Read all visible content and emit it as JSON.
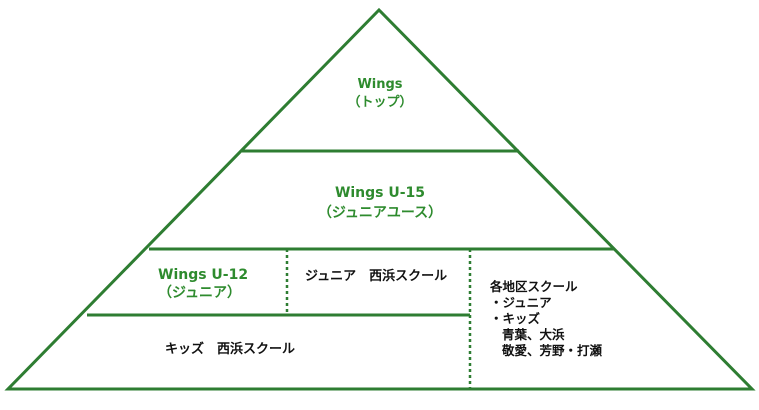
{
  "diagram": {
    "line_color": "#2e7d32",
    "label_color_green": "#2e8b2e",
    "label_color_black": "#111111",
    "tiers": {
      "top": {
        "line1": "Wings",
        "line2": "（トップ）"
      },
      "u15": {
        "line1": "Wings U-15",
        "line2": "（ジュニアユース）"
      },
      "u12": {
        "line1": "Wings U-12",
        "line2": "（ジュニア）"
      },
      "junior_nishihama": "ジュニア　西浜スクール",
      "kids_nishihama": "キッズ　西浜スクール",
      "district_schools": {
        "title": "各地区スクール",
        "item1": "・ジュニア",
        "item2": "・キッズ",
        "item3": "青葉、大浜",
        "item4": "敬愛、芳野・打瀬"
      }
    }
  }
}
